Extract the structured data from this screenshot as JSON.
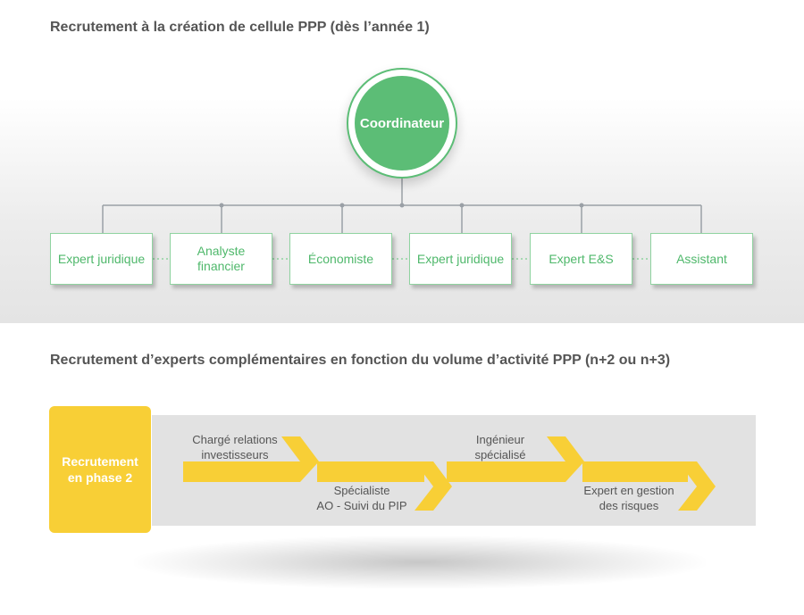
{
  "section1": {
    "title": "Recrutement à la création de cellule PPP (dès l’année 1)"
  },
  "coordinator": {
    "label": "Coordinateur"
  },
  "roles": [
    {
      "label": "Expert juridique"
    },
    {
      "label": "Analyste financier"
    },
    {
      "label": "Économiste"
    },
    {
      "label": "Expert juridique"
    },
    {
      "label": "Expert E&S"
    },
    {
      "label": "Assistant"
    }
  ],
  "section2": {
    "title": "Recrutement d’experts complémentaires en fonction du volume d’activité PPP (n+2 ou n+3)"
  },
  "phase": {
    "label": "Recrutement en phase 2"
  },
  "flow": [
    {
      "label": "Chargé relations investisseurs"
    },
    {
      "label": "Spécialiste AO - Suivi du PIP"
    },
    {
      "label": "Ingénieur spécialisé"
    },
    {
      "label": "Expert en gestion des risques"
    }
  ],
  "colors": {
    "green": "#5cbd76",
    "green_light": "#8fd3a0",
    "yellow": "#f8cf36",
    "connector": "#9aa0a6",
    "band_gray": "#e2e2e2"
  }
}
